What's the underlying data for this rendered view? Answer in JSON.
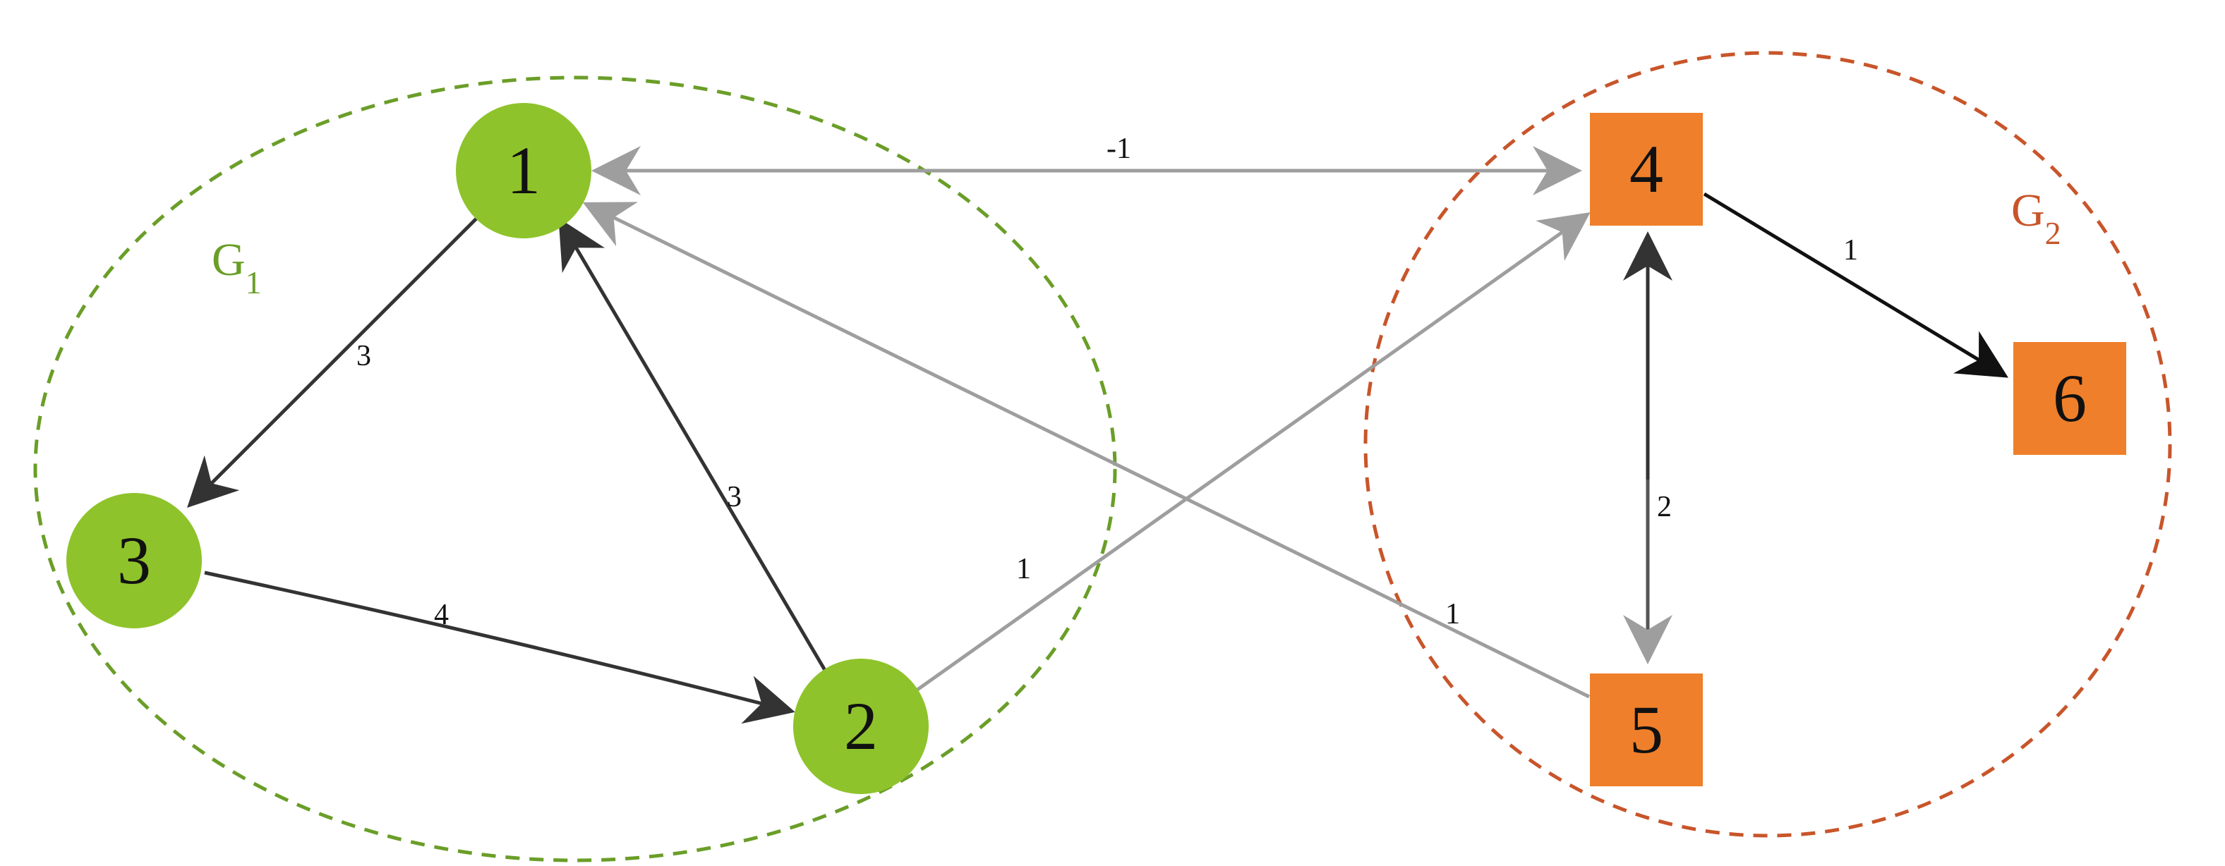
{
  "colors": {
    "green_node": "#8fc32b",
    "orange_node": "#ef7f2a",
    "group1_border": "#6a9e28",
    "group2_border": "#c8552a",
    "dark_edge": "#333333",
    "light_edge": "#9e9e9e",
    "black_edge": "#111111"
  },
  "groups": [
    {
      "id": "G1",
      "label": "G",
      "sub": "1",
      "color": "#6a9e28"
    },
    {
      "id": "G2",
      "label": "G",
      "sub": "2",
      "color": "#c8552a"
    }
  ],
  "nodes": [
    {
      "id": "1",
      "label": "1",
      "shape": "circle",
      "group": "G1"
    },
    {
      "id": "2",
      "label": "2",
      "shape": "circle",
      "group": "G1"
    },
    {
      "id": "3",
      "label": "3",
      "shape": "circle",
      "group": "G1"
    },
    {
      "id": "4",
      "label": "4",
      "shape": "square",
      "group": "G2"
    },
    {
      "id": "5",
      "label": "5",
      "shape": "square",
      "group": "G2"
    },
    {
      "id": "6",
      "label": "6",
      "shape": "square",
      "group": "G2"
    }
  ],
  "edges": [
    {
      "from": "1",
      "to": "3",
      "weight": "3",
      "style": "dark",
      "direction": "forward"
    },
    {
      "from": "3",
      "to": "2",
      "weight": "4",
      "style": "dark",
      "direction": "forward"
    },
    {
      "from": "2",
      "to": "1",
      "weight": "3",
      "style": "dark",
      "direction": "forward"
    },
    {
      "from": "1",
      "to": "4",
      "weight": "-1",
      "style": "light",
      "direction": "both"
    },
    {
      "from": "2",
      "to": "4",
      "weight": "1",
      "style": "light",
      "direction": "forward"
    },
    {
      "from": "5",
      "to": "1",
      "weight": "1",
      "style": "light",
      "direction": "forward"
    },
    {
      "from": "4",
      "to": "5",
      "weight": "2",
      "style": "mixed",
      "direction": "both"
    },
    {
      "from": "4",
      "to": "6",
      "weight": "1",
      "style": "black",
      "direction": "forward"
    }
  ]
}
